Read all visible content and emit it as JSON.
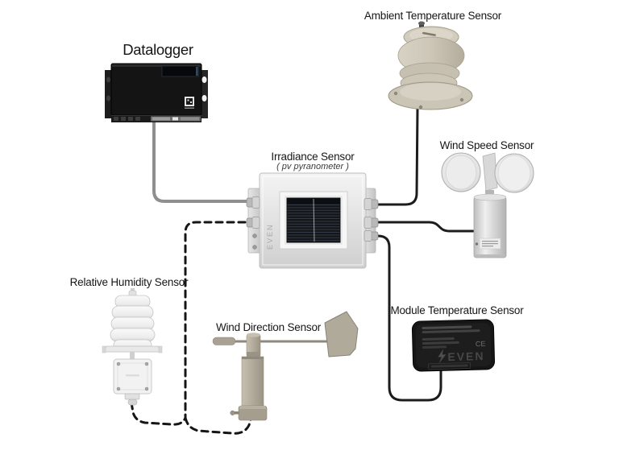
{
  "labels": {
    "datalogger": "Datalogger",
    "ambient_temp": "Ambient Temperature Sensor",
    "wind_speed": "Wind Speed Sensor",
    "irradiance": "Irradiance Sensor",
    "irradiance_sub": "( pv pyranometer )",
    "relative_humidity": "Relative Humidity Sensor",
    "wind_direction": "Wind Direction Sensor",
    "module_temp": "Module Temperature Sensor"
  },
  "device_markings": {
    "brand": "EVEN",
    "ce_mark": "CE"
  },
  "colors": {
    "background": "#ffffff",
    "wire_gray": "#8f8f8f",
    "wire_black": "#1c1c1c",
    "dashed_wire": "#151515",
    "datalogger_body": "#141414",
    "module_body": "#161616",
    "silver_device": "#dcdcdc",
    "beige_device": "#c9c3b4",
    "white_device": "#f2f2f2"
  }
}
